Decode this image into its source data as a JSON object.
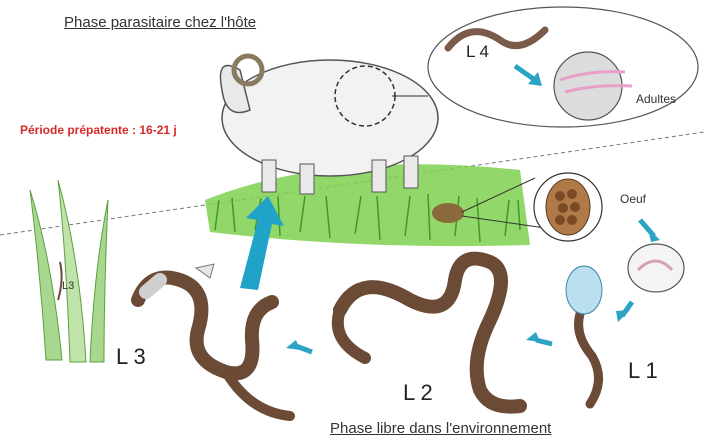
{
  "titles": {
    "parasitic_phase": "Phase parasitaire chez l'hôte",
    "free_phase": "Phase libre dans l'environnement"
  },
  "prepatent_period": "Période prépatente : 16-21 j",
  "stages": {
    "l1": "L 1",
    "l2": "L 2",
    "l3": "L 3",
    "l3_on_grass": "L3",
    "l4": "L 4",
    "egg": "Oeuf",
    "adults": "Adultes"
  },
  "colors": {
    "prepatent_red": "#d42a2a",
    "arrow_teal": "#2aa3c4",
    "grass_green": "#5fbf3a",
    "worm_brown": "#6b4a36"
  },
  "icons": [
    "sheep-icon",
    "grass-icon",
    "worm-icon",
    "egg-icon",
    "arrow-icon",
    "magnifier-icon"
  ]
}
